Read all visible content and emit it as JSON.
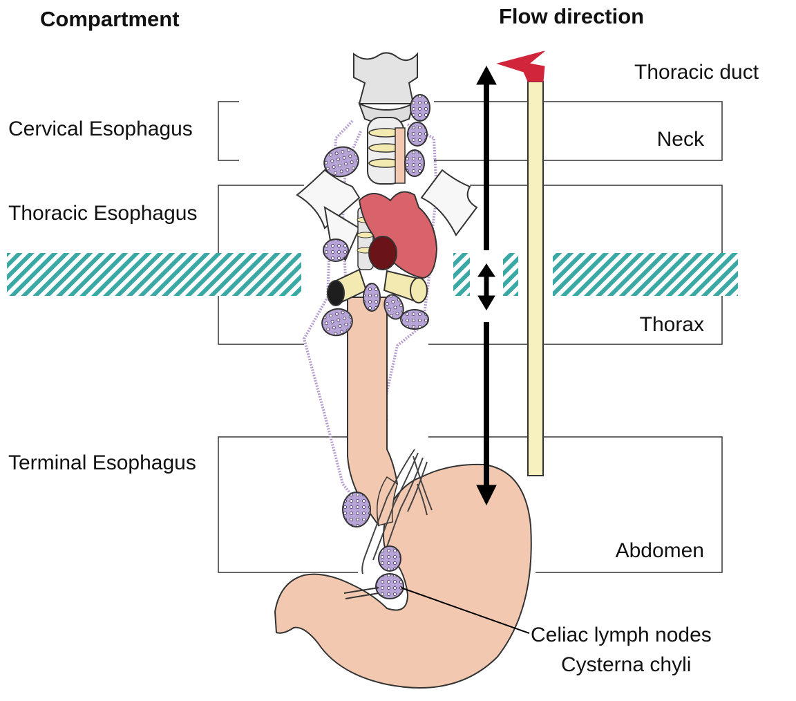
{
  "headers": {
    "compartment": "Compartment",
    "flow_direction": "Flow direction"
  },
  "compartment_labels": {
    "cervical": "Cervical Esophagus",
    "thoracic": "Thoracic Esophagus",
    "terminal": "Terminal Esophagus"
  },
  "region_labels": {
    "neck": "Neck",
    "thorax": "Thorax",
    "abdomen": "Abdomen"
  },
  "duct_label": "Thoracic duct",
  "callout": {
    "line1": "Celiac lymph nodes",
    "line2": "Cysterna chyli"
  },
  "colors": {
    "hatch": "#3aa8a4",
    "esophagus": "#f2c9b0",
    "heart": "#d9636a",
    "duct": "#f7f1c0",
    "duct_tip": "#d0253a",
    "lymph_node": "#b7a4d6",
    "lymph_path": "#b79ad0",
    "trachea": "#d8d8c4"
  }
}
